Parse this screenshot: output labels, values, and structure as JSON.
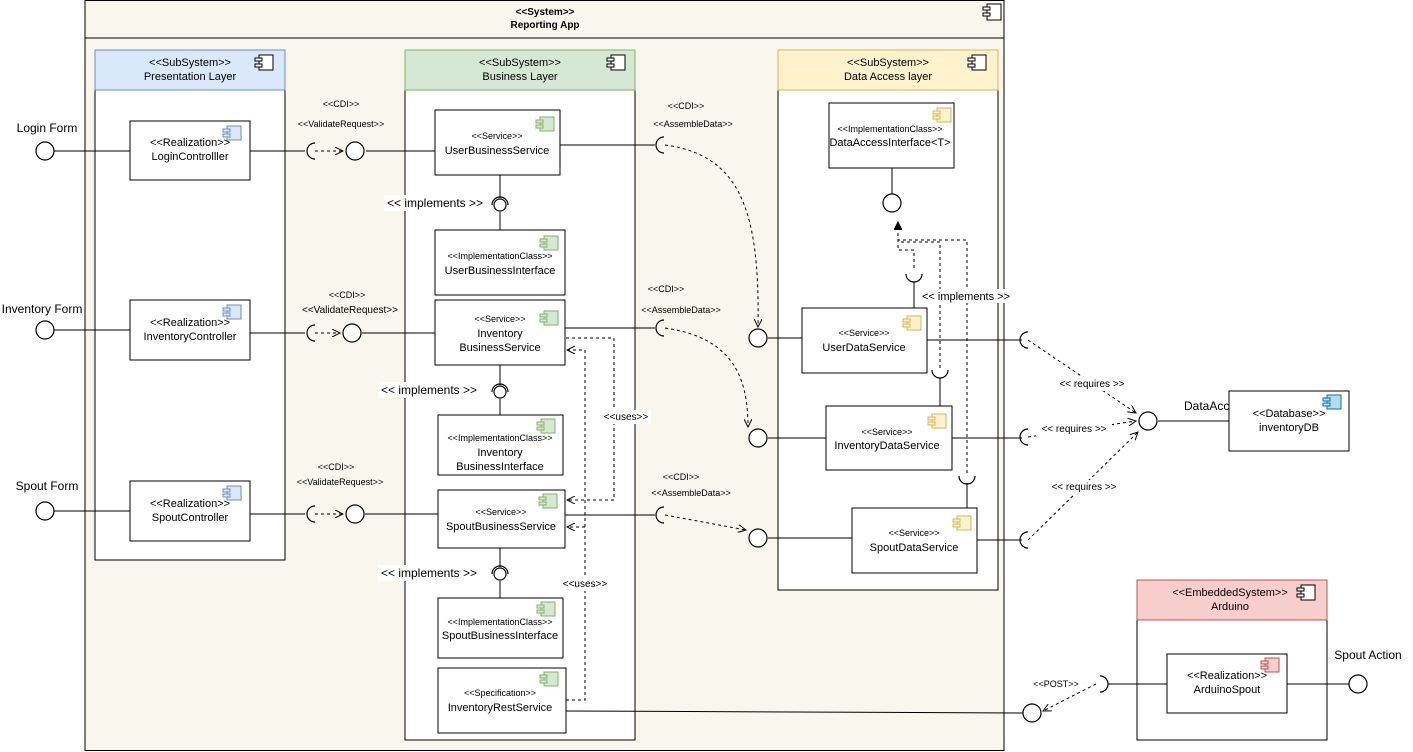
{
  "colors": {
    "system_bg": "#f9f7ed",
    "presentation_header": "#dae8fc",
    "presentation_border": "#6c8ebf",
    "business_header": "#d5e8d4",
    "business_border": "#82b366",
    "data_header": "#fff2cc",
    "data_border": "#d6b656",
    "embedded_header": "#f8cecc",
    "embedded_border": "#b85450",
    "database_icon": "#b1ddf0",
    "realization_icon": "#dae8fc",
    "service_icon_green": "#d5e8d4",
    "service_icon_yellow": "#fff2cc",
    "arduino_icon": "#f8cecc"
  },
  "system": {
    "stereotype": "<<System>>",
    "name": "Reporting App"
  },
  "subsystems": {
    "presentation": {
      "stereotype": "<<SubSystem>>",
      "name": "Presentation Layer"
    },
    "business": {
      "stereotype": "<<SubSystem>>",
      "name": "Business Layer"
    },
    "data_access": {
      "stereotype": "<<SubSystem>>",
      "name": "Data Access layer"
    },
    "embedded": {
      "stereotype": "<<EmbeddedSystem>>",
      "name": "Arduino"
    }
  },
  "external": {
    "login_form": "Login Form",
    "inventory_form": "Inventory Form",
    "spout_form": "Spout Form",
    "data_access": "DataAccess",
    "spout_action": "Spout Action"
  },
  "components": {
    "login_controller": {
      "stereotype": "<<Realization>>",
      "name": "LoginControlller"
    },
    "inventory_controller": {
      "stereotype": "<<Realization>>",
      "name": "InventoryController"
    },
    "spout_controller": {
      "stereotype": "<<Realization>>",
      "name": "SpoutController"
    },
    "user_business_service": {
      "stereotype": "<<Service>>",
      "name": "UserBusinessService"
    },
    "user_business_interface": {
      "stereotype": "<<ImplementationClass>>",
      "name": "UserBusinessInterface"
    },
    "inventory_business_service": {
      "stereotype": "<<Service>>",
      "name1": "Inventory",
      "name2": "BusinessService"
    },
    "inventory_business_interface": {
      "stereotype": "<<ImplementationClass>>",
      "name1": "Inventory",
      "name2": "BusinessInterface"
    },
    "spout_business_service": {
      "stereotype": "<<Service>>",
      "name": "SpoutBusinessService"
    },
    "spout_business_interface": {
      "stereotype": "<<ImplementationClass>>",
      "name": "SpoutBusinessInterface"
    },
    "inventory_rest_service": {
      "stereotype": "<<Specification>>",
      "name": "InventoryRestService"
    },
    "data_access_interface": {
      "stereotype": "<<ImplementationClass>>",
      "name": "DataAccessInterface<T>"
    },
    "user_data_service": {
      "stereotype": "<<Service>>",
      "name": "UserDataService"
    },
    "inventory_data_service": {
      "stereotype": "<<Service>>",
      "name": "InventoryDataService"
    },
    "spout_data_service": {
      "stereotype": "<<Service>>",
      "name": "SpoutDataService"
    },
    "inventory_db": {
      "stereotype": "<<Database>>",
      "name": "inventoryDB"
    },
    "arduino_spout": {
      "stereotype": "<<Realization>>",
      "name": "ArduinoSpout"
    }
  },
  "labels": {
    "cdi": "<<CDI>>",
    "validate_request": "<<ValidateRequest>>",
    "assemble_data": "<<AssembleData>>",
    "implements": "<< implements >>",
    "uses": "<<uses>>",
    "requires": "<< requires >>",
    "post": "<<POST>>"
  }
}
